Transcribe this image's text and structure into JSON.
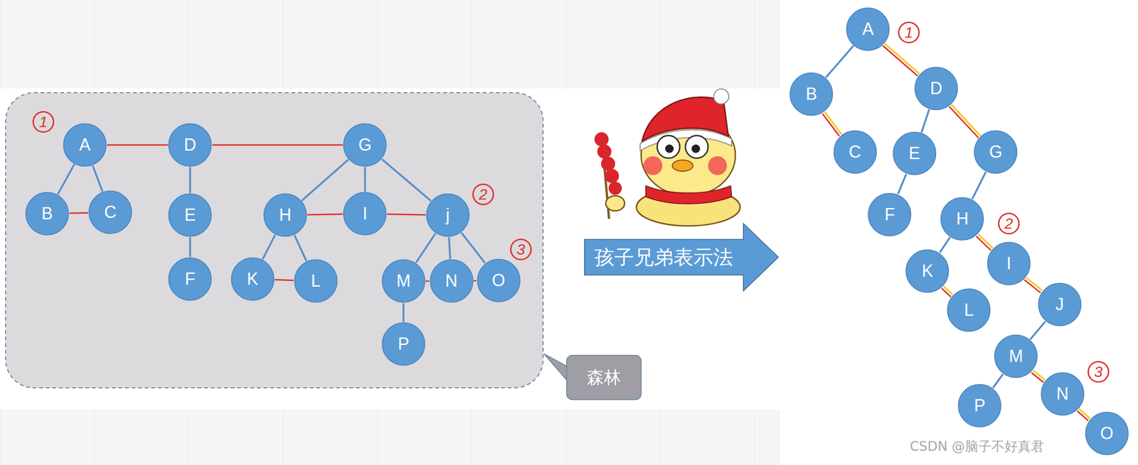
{
  "diagram": {
    "nodes": [
      {
        "text": [
          "A"
        ]
      },
      {
        "text": [
          "D"
        ]
      },
      {
        "text": [
          "G"
        ]
      },
      {
        "text": [
          "B"
        ]
      },
      {
        "text": [
          "C"
        ]
      },
      {
        "text": [
          "E"
        ]
      },
      {
        "text": [
          "H"
        ]
      },
      {
        "text": [
          "I"
        ]
      },
      {
        "text": [
          "j"
        ]
      },
      {
        "text": [
          "F"
        ]
      },
      {
        "text": [
          "K"
        ]
      },
      {
        "text": [
          "L"
        ]
      },
      {
        "text": [
          "M"
        ]
      },
      {
        "text": [
          "N"
        ]
      },
      {
        "text": [
          "O"
        ]
      },
      {
        "text": [
          "P"
        ]
      },
      {
        "text": [
          "孩子兄弟表示法"
        ]
      },
      {
        "text": [
          "森林"
        ]
      },
      {
        "text": [
          "A"
        ]
      },
      {
        "text": [
          "B"
        ]
      },
      {
        "text": [
          "D"
        ]
      },
      {
        "text": [
          "C"
        ]
      },
      {
        "text": [
          "E"
        ]
      },
      {
        "text": [
          "G"
        ]
      },
      {
        "text": [
          "F"
        ]
      },
      {
        "text": [
          "H"
        ]
      },
      {
        "text": [
          "K"
        ]
      },
      {
        "text": [
          "I"
        ]
      },
      {
        "text": [
          "L"
        ]
      },
      {
        "text": [
          "J"
        ]
      },
      {
        "text": [
          "M"
        ]
      },
      {
        "text": [
          "P"
        ]
      },
      {
        "text": [
          "N"
        ]
      },
      {
        "text": [
          "O"
        ]
      }
    ],
    "edges": [
      {
        "from": 0,
        "to": 3,
        "arrow": "none"
      },
      {
        "from": 0,
        "to": 4,
        "arrow": "none"
      },
      {
        "from": 1,
        "to": 5,
        "arrow": "none"
      },
      {
        "from": 5,
        "to": 9,
        "arrow": "none"
      },
      {
        "from": 2,
        "to": 6,
        "arrow": "none"
      },
      {
        "from": 2,
        "to": 7,
        "arrow": "none"
      },
      {
        "from": 2,
        "to": 8,
        "arrow": "none"
      },
      {
        "from": 6,
        "to": 10,
        "arrow": "none"
      },
      {
        "from": 6,
        "to": 11,
        "arrow": "none"
      },
      {
        "from": 8,
        "to": 12,
        "arrow": "none"
      },
      {
        "from": 8,
        "to": 13,
        "arrow": "none"
      },
      {
        "from": 8,
        "to": 14,
        "arrow": "none"
      },
      {
        "from": 12,
        "to": 15,
        "arrow": "none"
      },
      {
        "from": 0,
        "to": 1,
        "arrow": "none"
      },
      {
        "from": 1,
        "to": 2,
        "arrow": "none"
      },
      {
        "from": 3,
        "to": 4,
        "arrow": "none"
      },
      {
        "from": 6,
        "to": 7,
        "arrow": "none"
      },
      {
        "from": 7,
        "to": 8,
        "arrow": "none"
      },
      {
        "from": 10,
        "to": 11,
        "arrow": "none"
      },
      {
        "from": 12,
        "to": 13,
        "arrow": "none"
      },
      {
        "from": 13,
        "to": 14,
        "arrow": "none"
      },
      {
        "from": 18,
        "to": 19,
        "arrow": "none"
      },
      {
        "from": 18,
        "to": 20,
        "arrow": "none"
      },
      {
        "from": 19,
        "to": 21,
        "arrow": "none"
      },
      {
        "from": 20,
        "to": 22,
        "arrow": "none"
      },
      {
        "from": 20,
        "to": 23,
        "arrow": "none"
      },
      {
        "from": 22,
        "to": 24,
        "arrow": "none"
      },
      {
        "from": 23,
        "to": 25,
        "arrow": "none"
      },
      {
        "from": 25,
        "to": 26,
        "arrow": "none"
      },
      {
        "from": 25,
        "to": 27,
        "arrow": "none"
      },
      {
        "from": 26,
        "to": 28,
        "arrow": "none"
      },
      {
        "from": 27,
        "to": 29,
        "arrow": "none"
      },
      {
        "from": 29,
        "to": 30,
        "arrow": "none"
      },
      {
        "from": 30,
        "to": 31,
        "arrow": "none"
      },
      {
        "from": 30,
        "to": 32,
        "arrow": "none"
      },
      {
        "from": 32,
        "to": 33,
        "arrow": "none"
      }
    ],
    "labels": [
      "1",
      "2",
      "3",
      "1",
      "2",
      "3",
      "CSDN @脑子不好真君"
    ]
  }
}
